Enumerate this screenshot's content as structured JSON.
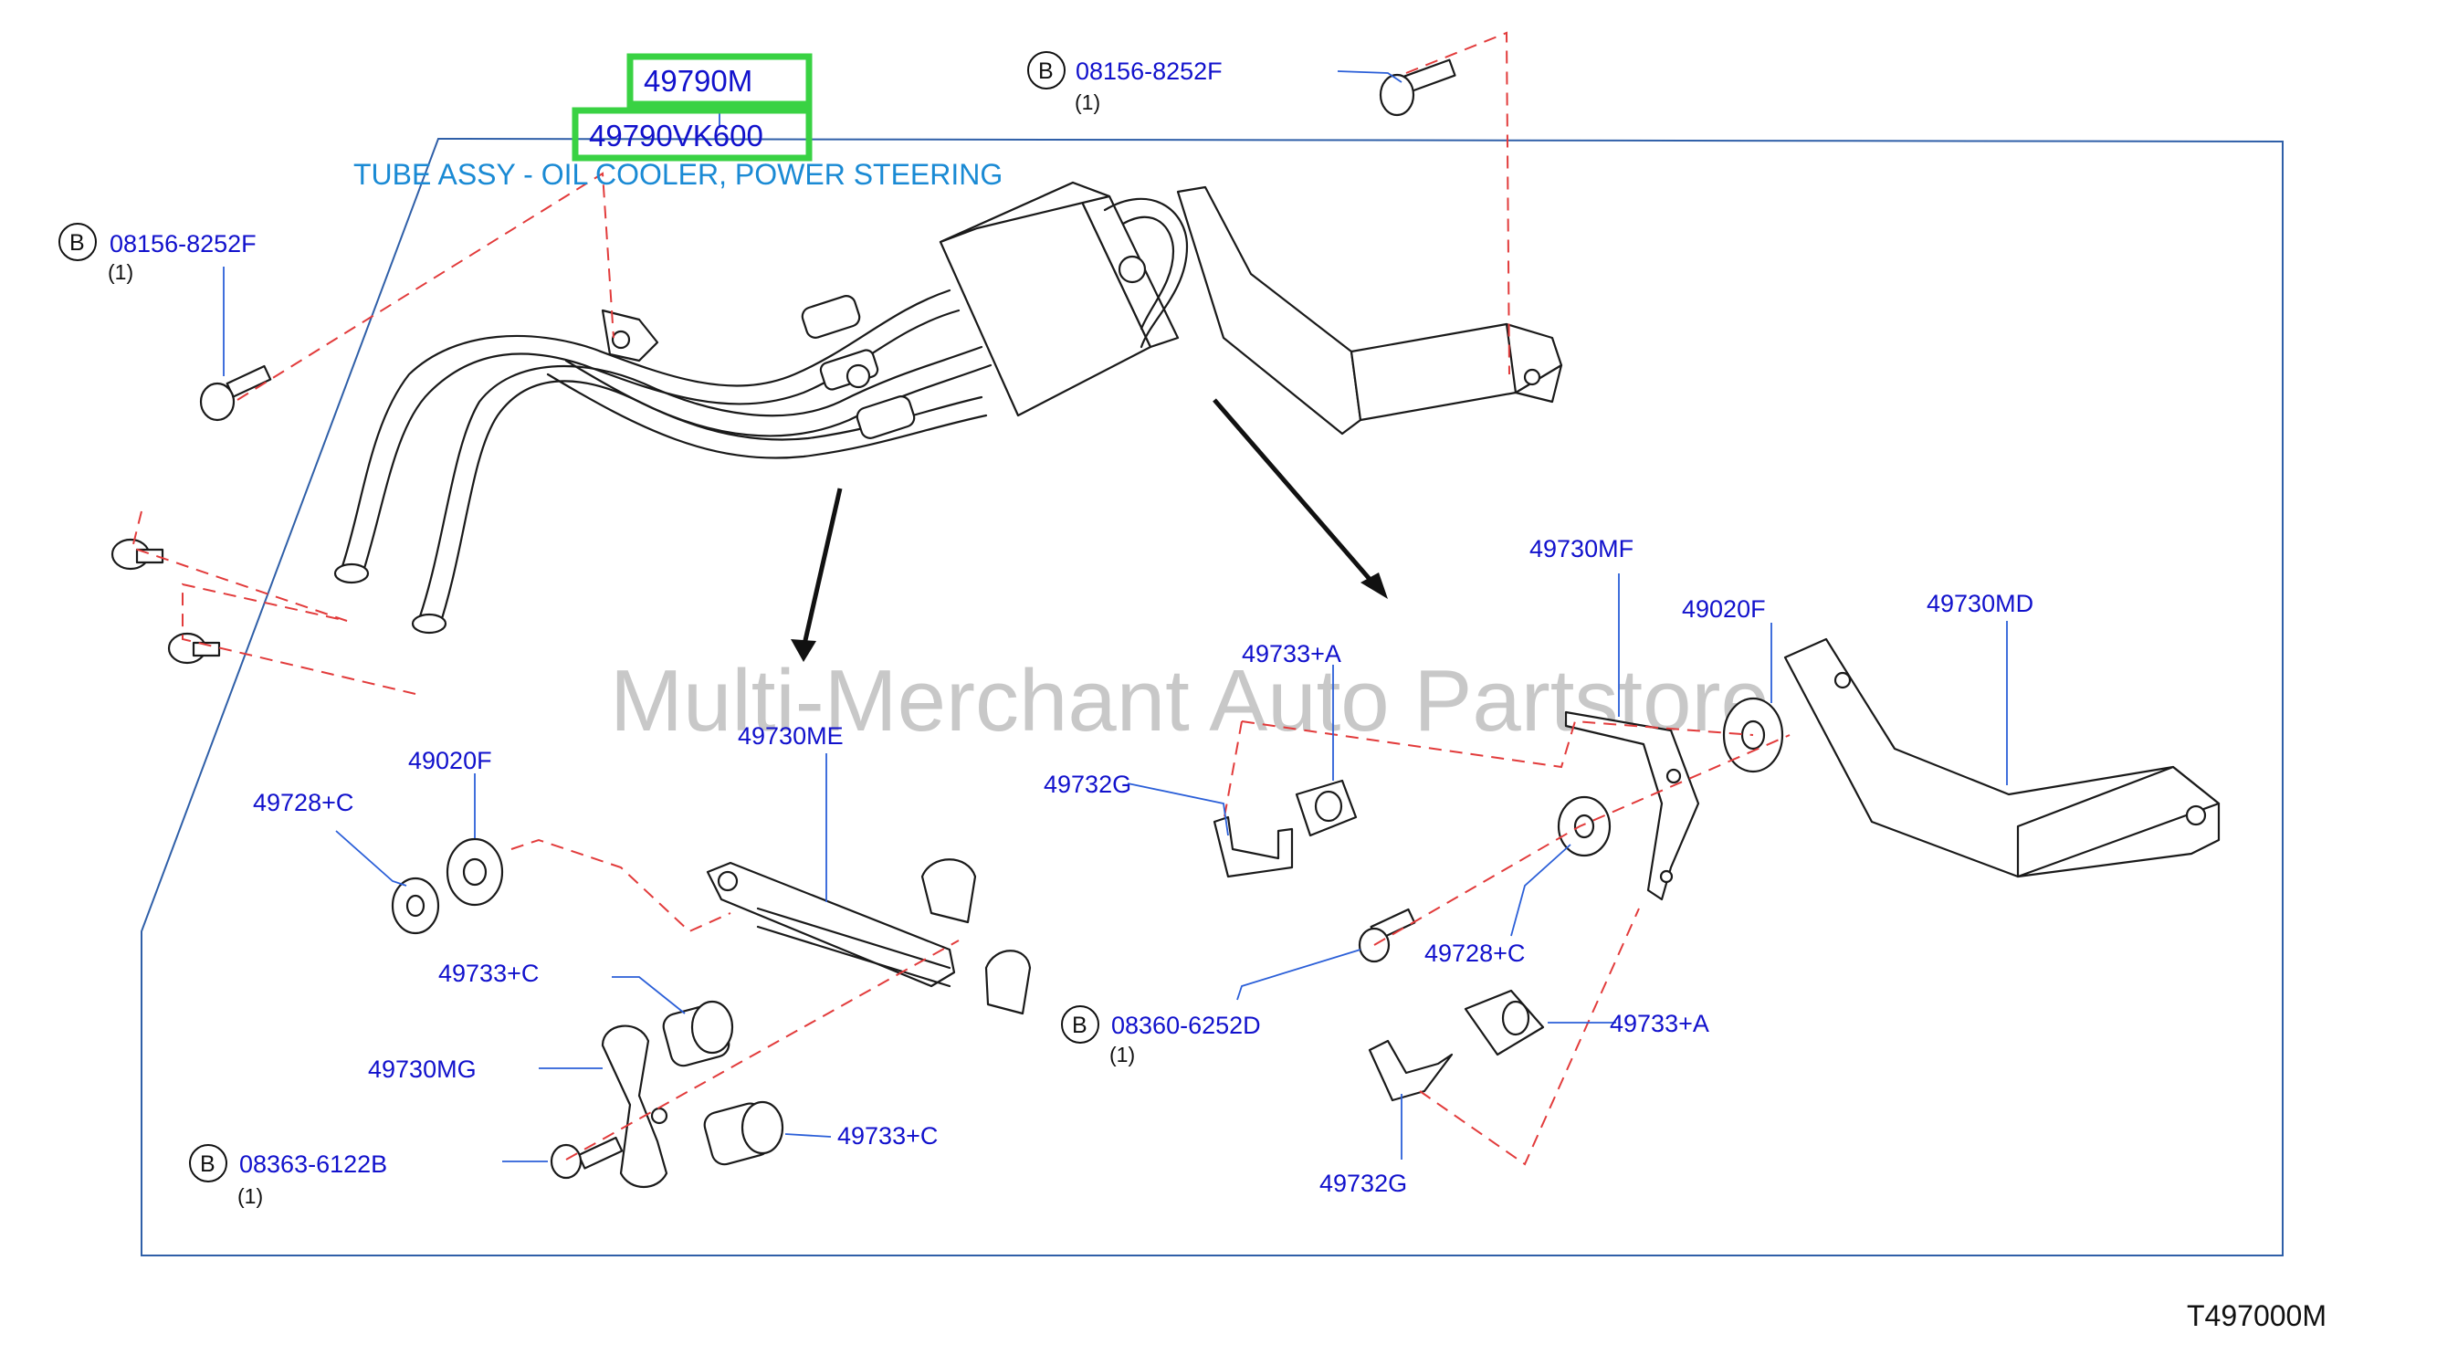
{
  "watermark": "Multi-Merchant Auto Partstore",
  "diagram_code": "T497000M",
  "highlighted": {
    "part_top": "49790M",
    "part_bottom": "49790VK600",
    "description": "TUBE ASSY - OIL COOLER, POWER STEERING"
  },
  "labels": {
    "bolt_top": {
      "letter": "B",
      "part": "08156-8252F",
      "qty": "(1)"
    },
    "bolt_left": {
      "letter": "B",
      "part": "08156-8252F",
      "qty": "(1)"
    },
    "bolt_mid": {
      "letter": "B",
      "part": "08360-6252D",
      "qty": "(1)"
    },
    "bolt_bottom": {
      "letter": "B",
      "part": "08363-6122B",
      "qty": "(1)"
    },
    "p_49730mf": "49730MF",
    "p_49020f_right": "49020F",
    "p_49730md": "49730MD",
    "p_49733a_top": "49733+A",
    "p_49732g_top": "49732G",
    "p_49728c_right": "49728+C",
    "p_49733a_bottom": "49733+A",
    "p_49732g_bottom": "49732G",
    "p_49020f_left": "49020F",
    "p_49728c_left": "49728+C",
    "p_49730me": "49730ME",
    "p_49733c_top": "49733+C",
    "p_49730mg": "49730MG",
    "p_49733c_bottom": "49733+C"
  }
}
